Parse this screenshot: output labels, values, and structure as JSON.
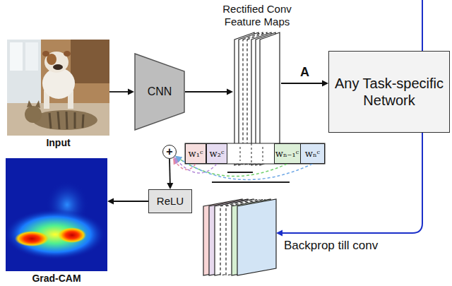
{
  "diagram": {
    "nodes": [
      {
        "text": [
          "Input"
        ]
      },
      {
        "text": [
          "CNN"
        ]
      },
      {
        "text": [
          "Rectified Conv Feature Maps"
        ]
      },
      {
        "text": [
          "Any Task-specific Network"
        ]
      },
      {
        "text": [
          "+"
        ]
      },
      {
        "text": [
          "w₁ᶜ"
        ]
      },
      {
        "text": [
          "w₂ᶜ"
        ]
      },
      {
        "text": [
          "wₙ₋₁ᶜ"
        ]
      },
      {
        "text": [
          "wₙᶜ"
        ]
      },
      {
        "text": [
          "ReLU"
        ]
      },
      {
        "text": [
          "Backprop till conv"
        ]
      },
      {
        "text": [
          "Grad-CAM"
        ]
      }
    ],
    "edges": [
      {
        "from": 0,
        "to": 1,
        "arrow": "to"
      },
      {
        "from": 1,
        "to": 2,
        "arrow": "to"
      },
      {
        "from": 2,
        "to": 3,
        "arrow": "to",
        "label": "A"
      },
      {
        "from": 3,
        "to": 10,
        "arrow": "to"
      },
      {
        "from": 5,
        "to": 4,
        "arrow": "to"
      },
      {
        "from": 6,
        "to": 4,
        "arrow": "to"
      },
      {
        "from": 7,
        "to": 4,
        "arrow": "to"
      },
      {
        "from": 8,
        "to": 4,
        "arrow": "to"
      },
      {
        "from": 4,
        "to": 9,
        "arrow": "to"
      },
      {
        "from": 9,
        "to": 11,
        "arrow": "to"
      }
    ]
  }
}
